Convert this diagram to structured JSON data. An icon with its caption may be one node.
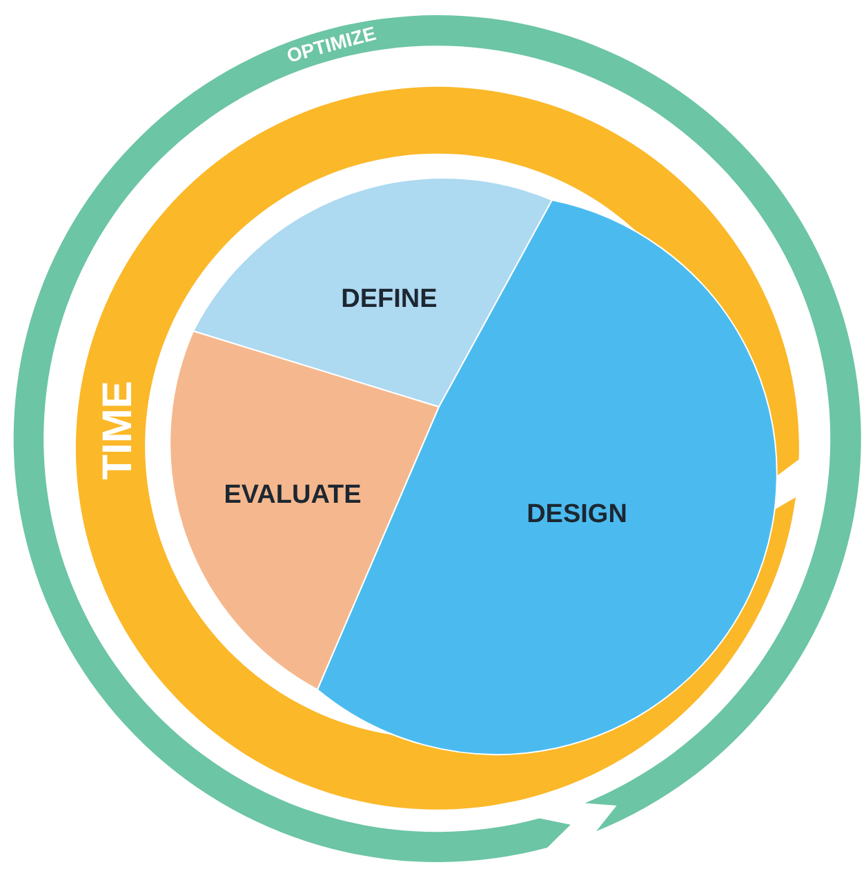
{
  "diagram": {
    "nodes": [
      {
        "text": [
          "OPTIMIZE"
        ]
      },
      {
        "text": [
          "TIME"
        ]
      },
      {
        "text": [
          "DEFINE"
        ]
      },
      {
        "text": [
          "EVALUATE"
        ]
      },
      {
        "text": [
          "DESIGN"
        ]
      }
    ]
  }
}
